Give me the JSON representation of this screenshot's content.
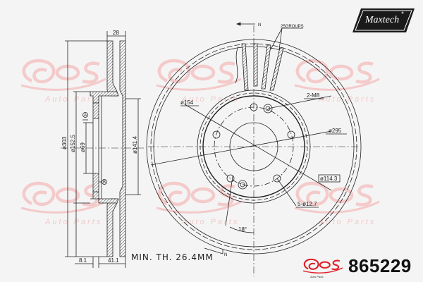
{
  "brand": {
    "name": "Maxtech",
    "registered_mark": "®",
    "badge_color": "#1a1a1a"
  },
  "watermark": {
    "logo": "qos-logo",
    "subtext": "Auto Parts",
    "color": "#f4c6c6"
  },
  "footer": {
    "min_thickness_label": "MIN. TH. 26.4MM",
    "logo": "qos-logo",
    "logo_subtext": "Auto Parts",
    "part_number": "865229",
    "accent_color": "#e0202a"
  },
  "section_view": {
    "dims": {
      "overall_width": "28",
      "outer_diameter": "ø303",
      "hat_diameter": "ø152.5",
      "center_bore": "ø69",
      "inner_face_diameter": "ø141.4",
      "offset_left": "8.1",
      "hat_height": "41.1"
    },
    "datums": [
      "A",
      "B"
    ]
  },
  "face_view": {
    "vane_label": "25GROUPS",
    "direction_label": "N",
    "threaded_holes": "2-M8",
    "bolt_circle": "ø154",
    "outer_ring": "ø295",
    "pcd_box": "ø114.3",
    "bolt_holes": "5-ø12.7",
    "angle": "18°"
  }
}
